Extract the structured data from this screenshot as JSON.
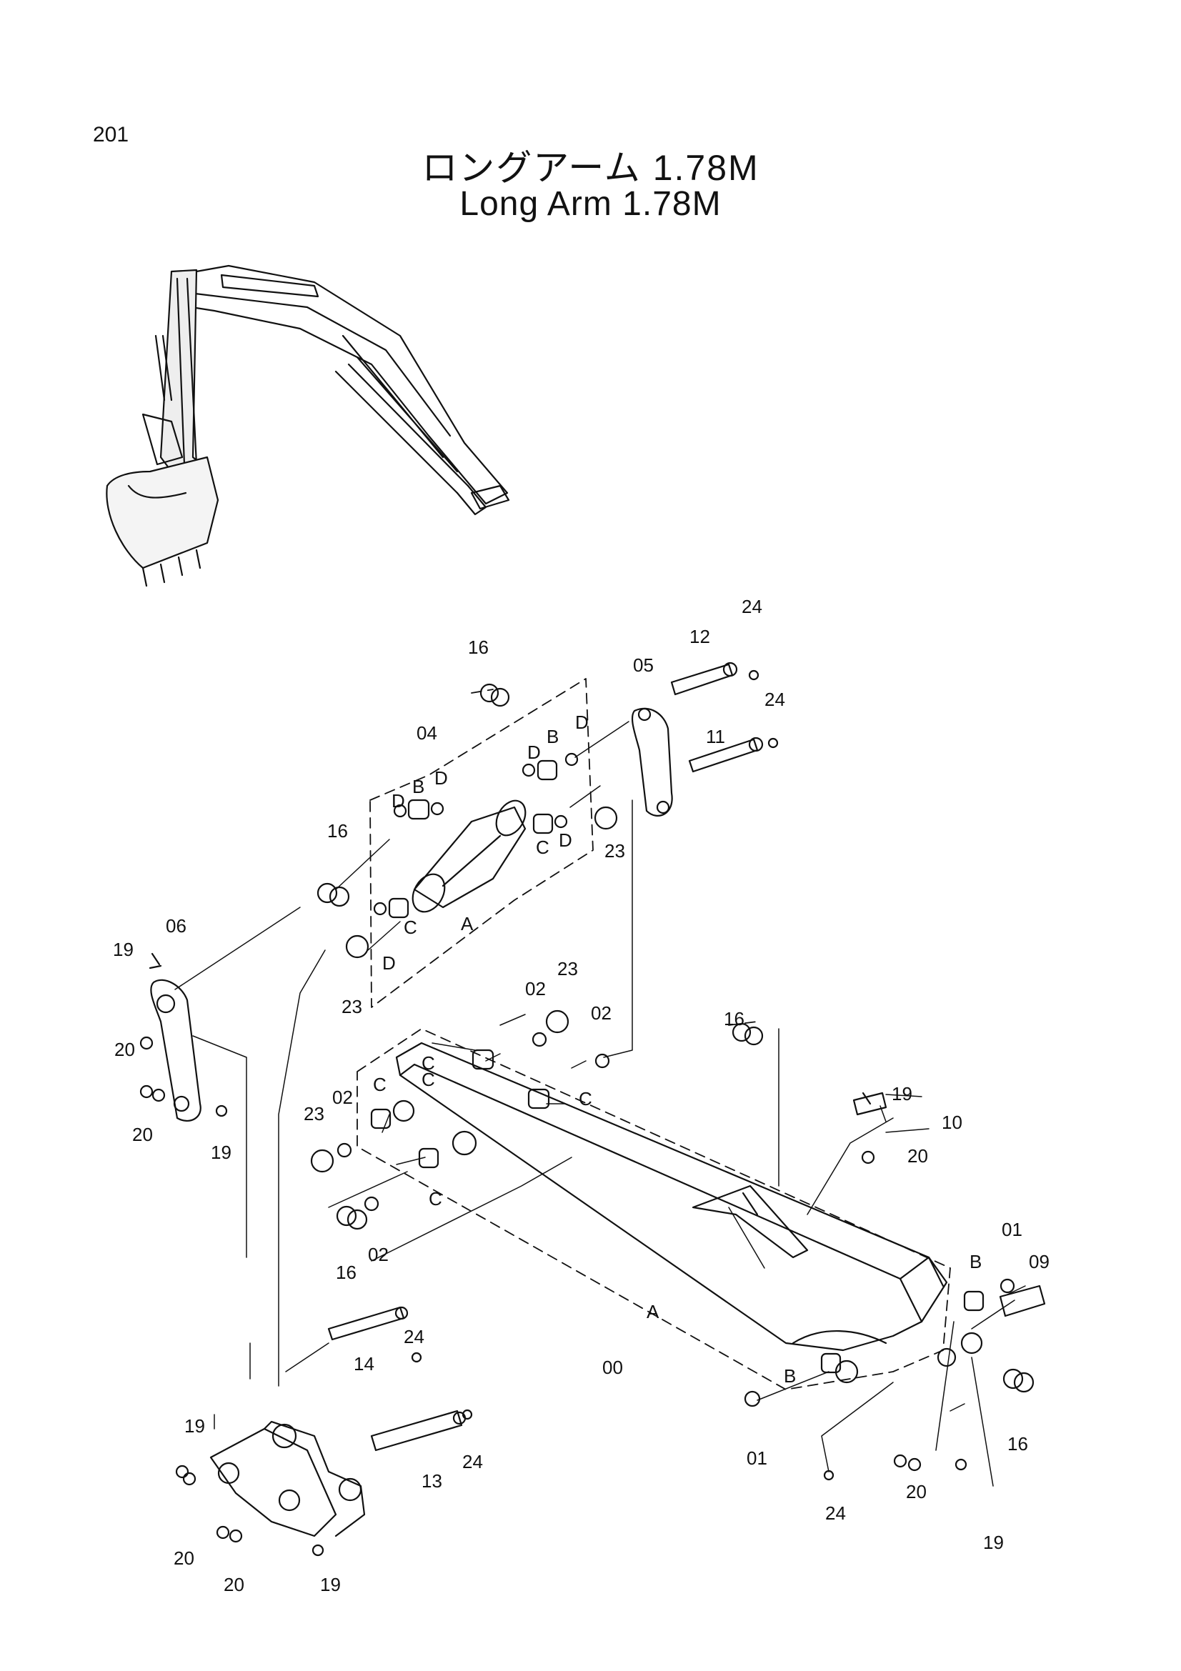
{
  "page_number": "201",
  "title_jp": "ロングアーム 1.78M",
  "title_en": "Long Arm 1.78M",
  "callouts": {
    "c00": "00",
    "c01a": "01",
    "c01b": "01",
    "c02a": "02",
    "c02b": "02",
    "c02c": "02",
    "c02d": "02",
    "c04": "04",
    "c05": "05",
    "c06": "06",
    "c09": "09",
    "c10": "10",
    "c11": "11",
    "c12": "12",
    "c13": "13",
    "c14": "14",
    "c16a": "16",
    "c16b": "16",
    "c16c": "16",
    "c16d": "16",
    "c16e": "16",
    "c19a": "19",
    "c19b": "19",
    "c19c": "19",
    "c19d": "19",
    "c19e": "19",
    "c19f": "19",
    "c20a": "20",
    "c20b": "20",
    "c20c": "20",
    "c20d": "20",
    "c20e": "20",
    "c20f": "20",
    "c23a": "23",
    "c23b": "23",
    "c23c": "23",
    "c23d": "23",
    "c24a": "24",
    "c24b": "24",
    "c24c": "24",
    "c24d": "24",
    "c24e": "24",
    "lA1": "A",
    "lA2": "A",
    "lB1": "B",
    "lB2": "B",
    "lB3": "B",
    "lB4": "B",
    "lC1": "C",
    "lC2": "C",
    "lC3": "C",
    "lC4": "C",
    "lC5": "C",
    "lC6": "C",
    "lC7": "C",
    "lD1": "D",
    "lD2": "D",
    "lD3": "D",
    "lD4": "D",
    "lD5": "D",
    "lD6": "D"
  }
}
